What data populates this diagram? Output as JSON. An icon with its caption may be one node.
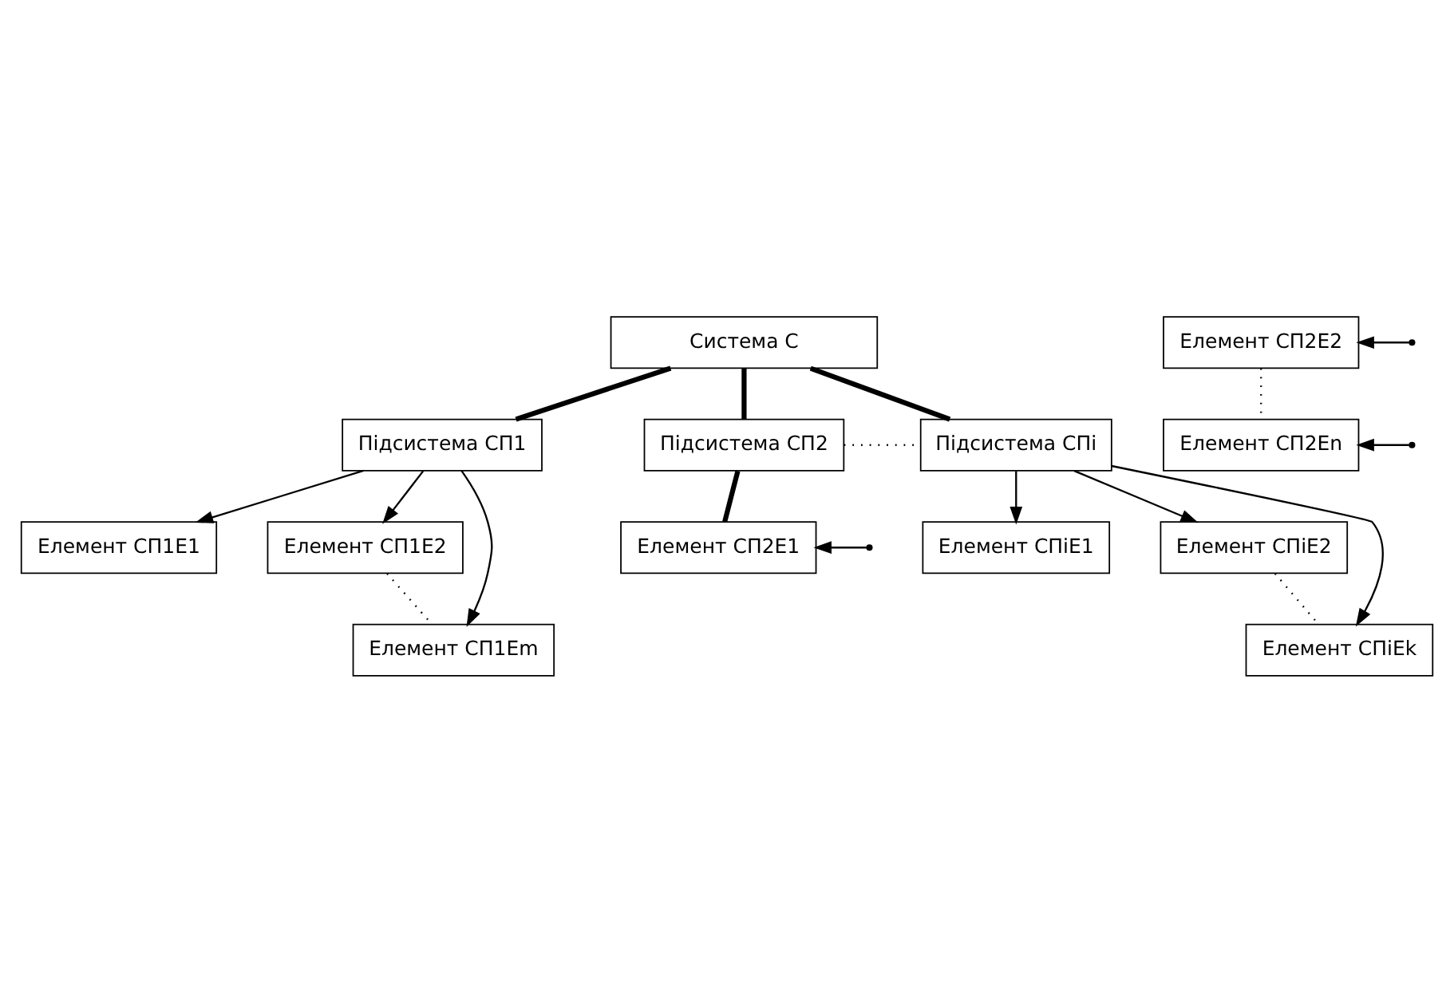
{
  "diagram": {
    "nodes": [
      {
        "text": [
          "Система С"
        ]
      },
      {
        "text": [
          "Підсистема СП1"
        ]
      },
      {
        "text": [
          "Підсистема СП2"
        ]
      },
      {
        "text": [
          "Підсистема СПi"
        ]
      },
      {
        "text": [
          "Елемент СП1Е1"
        ]
      },
      {
        "text": [
          "Елемент СП1Е2"
        ]
      },
      {
        "text": [
          "Елемент СП1Еm"
        ]
      },
      {
        "text": [
          "Елемент СП2Е1"
        ]
      },
      {
        "text": [
          "Елемент СП2Е2"
        ]
      },
      {
        "text": [
          "Елемент СП2Еn"
        ]
      },
      {
        "text": [
          "Елемент СПiЕ1"
        ]
      },
      {
        "text": [
          "Елемент СПiЕ2"
        ]
      },
      {
        "text": [
          "Елемент СПiЕk"
        ]
      }
    ],
    "edges": [
      {
        "from": 0,
        "to": 1,
        "arrow": "none",
        "style": "thick"
      },
      {
        "from": 0,
        "to": 2,
        "arrow": "none",
        "style": "thick"
      },
      {
        "from": 0,
        "to": 3,
        "arrow": "none",
        "style": "thick"
      },
      {
        "from": 2,
        "to": 3,
        "arrow": "none",
        "style": "dashed"
      },
      {
        "from": 1,
        "to": 4,
        "arrow": "to"
      },
      {
        "from": 1,
        "to": 5,
        "arrow": "to"
      },
      {
        "from": 1,
        "to": 6,
        "arrow": "to"
      },
      {
        "from": 5,
        "to": 6,
        "arrow": "none",
        "style": "dashed"
      },
      {
        "from": 2,
        "to": 7,
        "arrow": "none",
        "style": "thick"
      },
      {
        "from": null,
        "to": 7,
        "arrow": "to"
      },
      {
        "from": null,
        "to": 8,
        "arrow": "to"
      },
      {
        "from": null,
        "to": 9,
        "arrow": "to"
      },
      {
        "from": 8,
        "to": 9,
        "arrow": "none",
        "style": "dashed"
      },
      {
        "from": 3,
        "to": 10,
        "arrow": "to"
      },
      {
        "from": 3,
        "to": 11,
        "arrow": "to"
      },
      {
        "from": 3,
        "to": 12,
        "arrow": "to"
      },
      {
        "from": 11,
        "to": 12,
        "arrow": "none",
        "style": "dashed"
      }
    ]
  }
}
